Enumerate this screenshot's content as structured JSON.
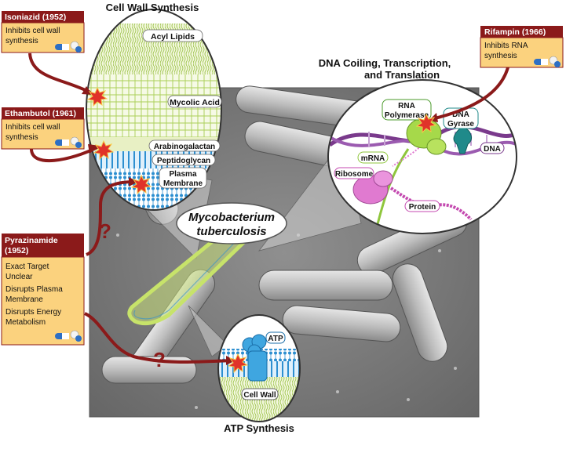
{
  "headings": {
    "cell_wall": "Cell Wall Synthesis",
    "dna_line1": "DNA Coiling, Transcription,",
    "dna_line2": "and Translation",
    "atp": "ATP Synthesis"
  },
  "organism": {
    "line1": "Mycobacterium",
    "line2": "tuberculosis"
  },
  "cell_wall_layers": {
    "acyl_lipids": "Acyl Lipids",
    "mycolic_acid": "Mycolic Acid",
    "arabinogalactan": "Arabinogalactan",
    "peptidoglycan": "Peptidoglycan",
    "plasma_membrane_1": "Plasma",
    "plasma_membrane_2": "Membrane"
  },
  "dna_labels": {
    "rna_polymerase_1": "RNA",
    "rna_polymerase_2": "Polymerase",
    "dna_gyrase_1": "DNA",
    "dna_gyrase_2": "Gyrase",
    "dna": "DNA",
    "mrna": "mRNA",
    "ribosome": "Ribosome",
    "protein": "Protein"
  },
  "atp_labels": {
    "atp": "ATP",
    "cell_wall": "Cell Wall"
  },
  "drugs": {
    "isoniazid": {
      "name": "Isoniazid (1952)",
      "line1": "Inhibits cell wall",
      "line2": "synthesis"
    },
    "ethambutol": {
      "name": "Ethambutol (1961)",
      "line1": "Inhibits cell wall",
      "line2": "synthesis"
    },
    "rifampin": {
      "name": "Rifampin (1966)",
      "line1": "Inhibits RNA",
      "line2": "synthesis"
    },
    "pyrazinamide": {
      "name_line1": "Pyrazinamide",
      "name_line2": "(1952)",
      "line1": "Exact Target",
      "line2": "Unclear",
      "line3": "Disrupts Plasma",
      "line4": "Membrane",
      "line5": "Disrupts Energy",
      "line6": "Metabolism"
    }
  },
  "unknown_mark": "?",
  "colors": {
    "drug_header": "#8b1a1a",
    "drug_body": "#fbd27e",
    "arrow": "#8b1a1a",
    "lipid": "#c9e07a",
    "peptidoglycan": "#2d8fd0",
    "rna_polymerase": "#a6d94a",
    "dna_gyrase": "#1f8a8a",
    "ribosome": "#e07ad0",
    "dna_strand": "#7a3a8c",
    "background_micrograph": "#7d7d7d"
  }
}
